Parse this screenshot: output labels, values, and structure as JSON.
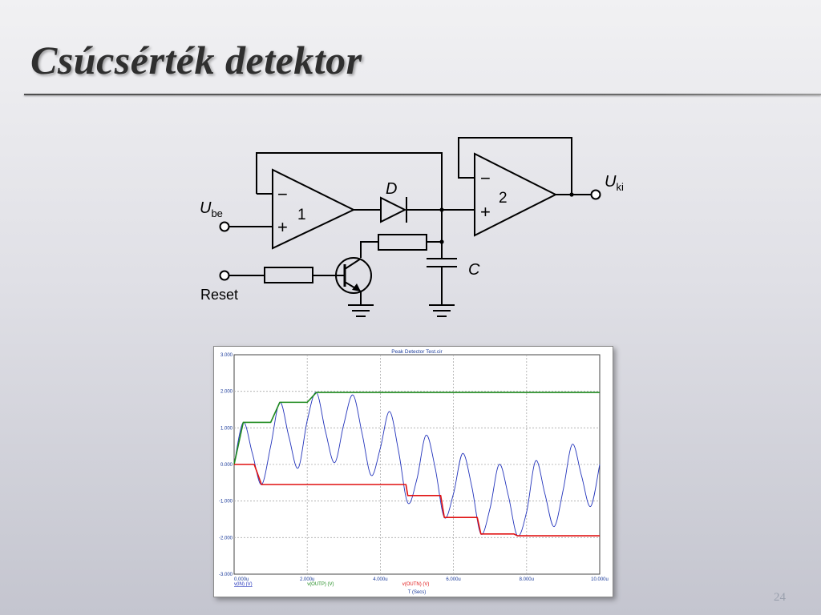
{
  "slide": {
    "title": "Csúcsérték detektor",
    "page_number": "24"
  },
  "circuit": {
    "input_label_main": "U",
    "input_label_sub": "be",
    "output_label_main": "U",
    "output_label_sub": "ki",
    "diode_label": "D",
    "capacitor_label": "C",
    "reset_label": "Reset",
    "opamp1_number": "1",
    "opamp2_number": "2",
    "minus_sign": "−",
    "plus_sign": "+"
  },
  "chart_data": {
    "type": "line",
    "title": "Peak Detector Test.cir",
    "xlabel": "T (Secs)",
    "ylabel": "",
    "xlim": [
      0,
      10
    ],
    "ylim": [
      -3,
      3
    ],
    "x_tick_labels": [
      "0.000u",
      "2.000u",
      "4.000u",
      "6.000u",
      "8.000u",
      "10.000u"
    ],
    "x_ticks": [
      0,
      2,
      4,
      6,
      8,
      10
    ],
    "y_tick_labels": [
      "3.000",
      "2.000",
      "1.000",
      "0.000",
      "-1.000",
      "-2.000",
      "-3.000"
    ],
    "y_ticks": [
      3,
      2,
      1,
      0,
      -1,
      -2,
      -3
    ],
    "grid": true,
    "series": [
      {
        "name": "v(IN) (V)",
        "color": "#2233bb",
        "x": [
          0,
          0.25,
          0.5,
          0.75,
          1,
          1.25,
          1.5,
          1.75,
          2,
          2.25,
          2.5,
          2.75,
          3,
          3.25,
          3.5,
          3.75,
          4,
          4.25,
          4.5,
          4.75,
          5,
          5.25,
          5.5,
          5.75,
          6,
          6.25,
          6.5,
          6.75,
          7,
          7.25,
          7.5,
          7.75,
          8,
          8.25,
          8.5,
          8.75,
          9,
          9.25,
          9.5,
          9.75,
          10
        ],
        "y": [
          0,
          1.15,
          0.3,
          -0.55,
          0.5,
          1.7,
          0.75,
          -0.1,
          1.2,
          1.97,
          0.9,
          0.05,
          1.1,
          1.9,
          0.85,
          -0.3,
          0.45,
          1.45,
          0.35,
          -1.05,
          -0.4,
          0.8,
          -0.1,
          -1.45,
          -0.8,
          0.3,
          -0.6,
          -1.9,
          -1.2,
          0,
          -0.85,
          -1.95,
          -1.3,
          0.1,
          -0.8,
          -1.7,
          -0.7,
          0.55,
          -0.3,
          -1.15,
          0
        ]
      },
      {
        "name": "v(OUTP) (V)",
        "color": "#1e8a1e",
        "x": [
          0,
          0.25,
          1,
          1.25,
          2,
          2.25,
          10
        ],
        "y": [
          0,
          1.15,
          1.15,
          1.7,
          1.7,
          1.97,
          1.97
        ]
      },
      {
        "name": "v(OUTN) (V)",
        "color": "#e01010",
        "x": [
          0,
          0.55,
          0.75,
          4.7,
          4.75,
          5.65,
          5.75,
          6.65,
          6.75,
          7.65,
          7.75,
          10
        ],
        "y": [
          0,
          0,
          -0.55,
          -0.55,
          -0.85,
          -0.85,
          -1.45,
          -1.45,
          -1.9,
          -1.9,
          -1.95,
          -1.95
        ]
      }
    ]
  }
}
